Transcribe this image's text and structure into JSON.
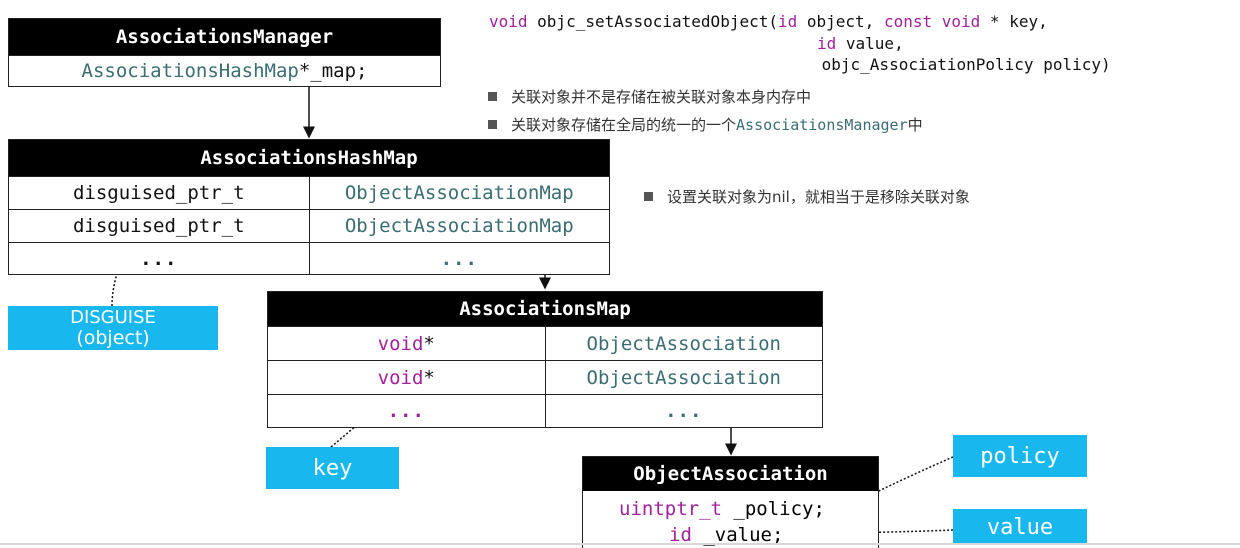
{
  "signature": {
    "line1_kw": "void",
    "line1_rest": " objc_setAssociatedObject(",
    "line1_kw2": "id",
    "line1_mid": " object, ",
    "line1_kw3": "const",
    "line1_sp": " ",
    "line1_kw4": "void",
    "line1_end": " * key,",
    "line2_kw": "id",
    "line2_rest": " value,",
    "line3": " objc_AssociationPolicy policy)"
  },
  "notes": [
    "关联对象并不是存储在被关联对象本身内存中",
    "关联对象存储在全局的统一的一个",
    "AssociationsManager",
    "中",
    "设置关联对象为nil，就相当于是移除关联对象"
  ],
  "associations_manager": {
    "title": "AssociationsManager",
    "field_type": "AssociationsHashMap",
    "field_rest": " *_map;"
  },
  "associations_hash_map": {
    "title": "AssociationsHashMap",
    "rows": [
      [
        "disguised_ptr_t",
        "ObjectAssociationMap"
      ],
      [
        "disguised_ptr_t",
        "ObjectAssociationMap"
      ],
      [
        "...",
        "..."
      ]
    ]
  },
  "associations_map": {
    "title": "AssociationsMap",
    "rows": [
      [
        "void",
        " *",
        "ObjectAssociation"
      ],
      [
        "void",
        " *",
        "ObjectAssociation"
      ],
      [
        "...",
        "",
        "..."
      ]
    ]
  },
  "object_association": {
    "title": "ObjectAssociation",
    "line1_type": "uintptr_t",
    "line1_rest": " _policy;",
    "line2_type": "id",
    "line2_rest": " _value;"
  },
  "tags": {
    "disguise_line1": "DISGUISE",
    "disguise_line2": "(object)",
    "key": "key",
    "policy": "policy",
    "value": "value"
  },
  "colors": {
    "header_bg": "#000000",
    "tag_bg": "#18b8ee",
    "type_teal": "#3b6d72",
    "keyword_purple": "#a0229a"
  }
}
